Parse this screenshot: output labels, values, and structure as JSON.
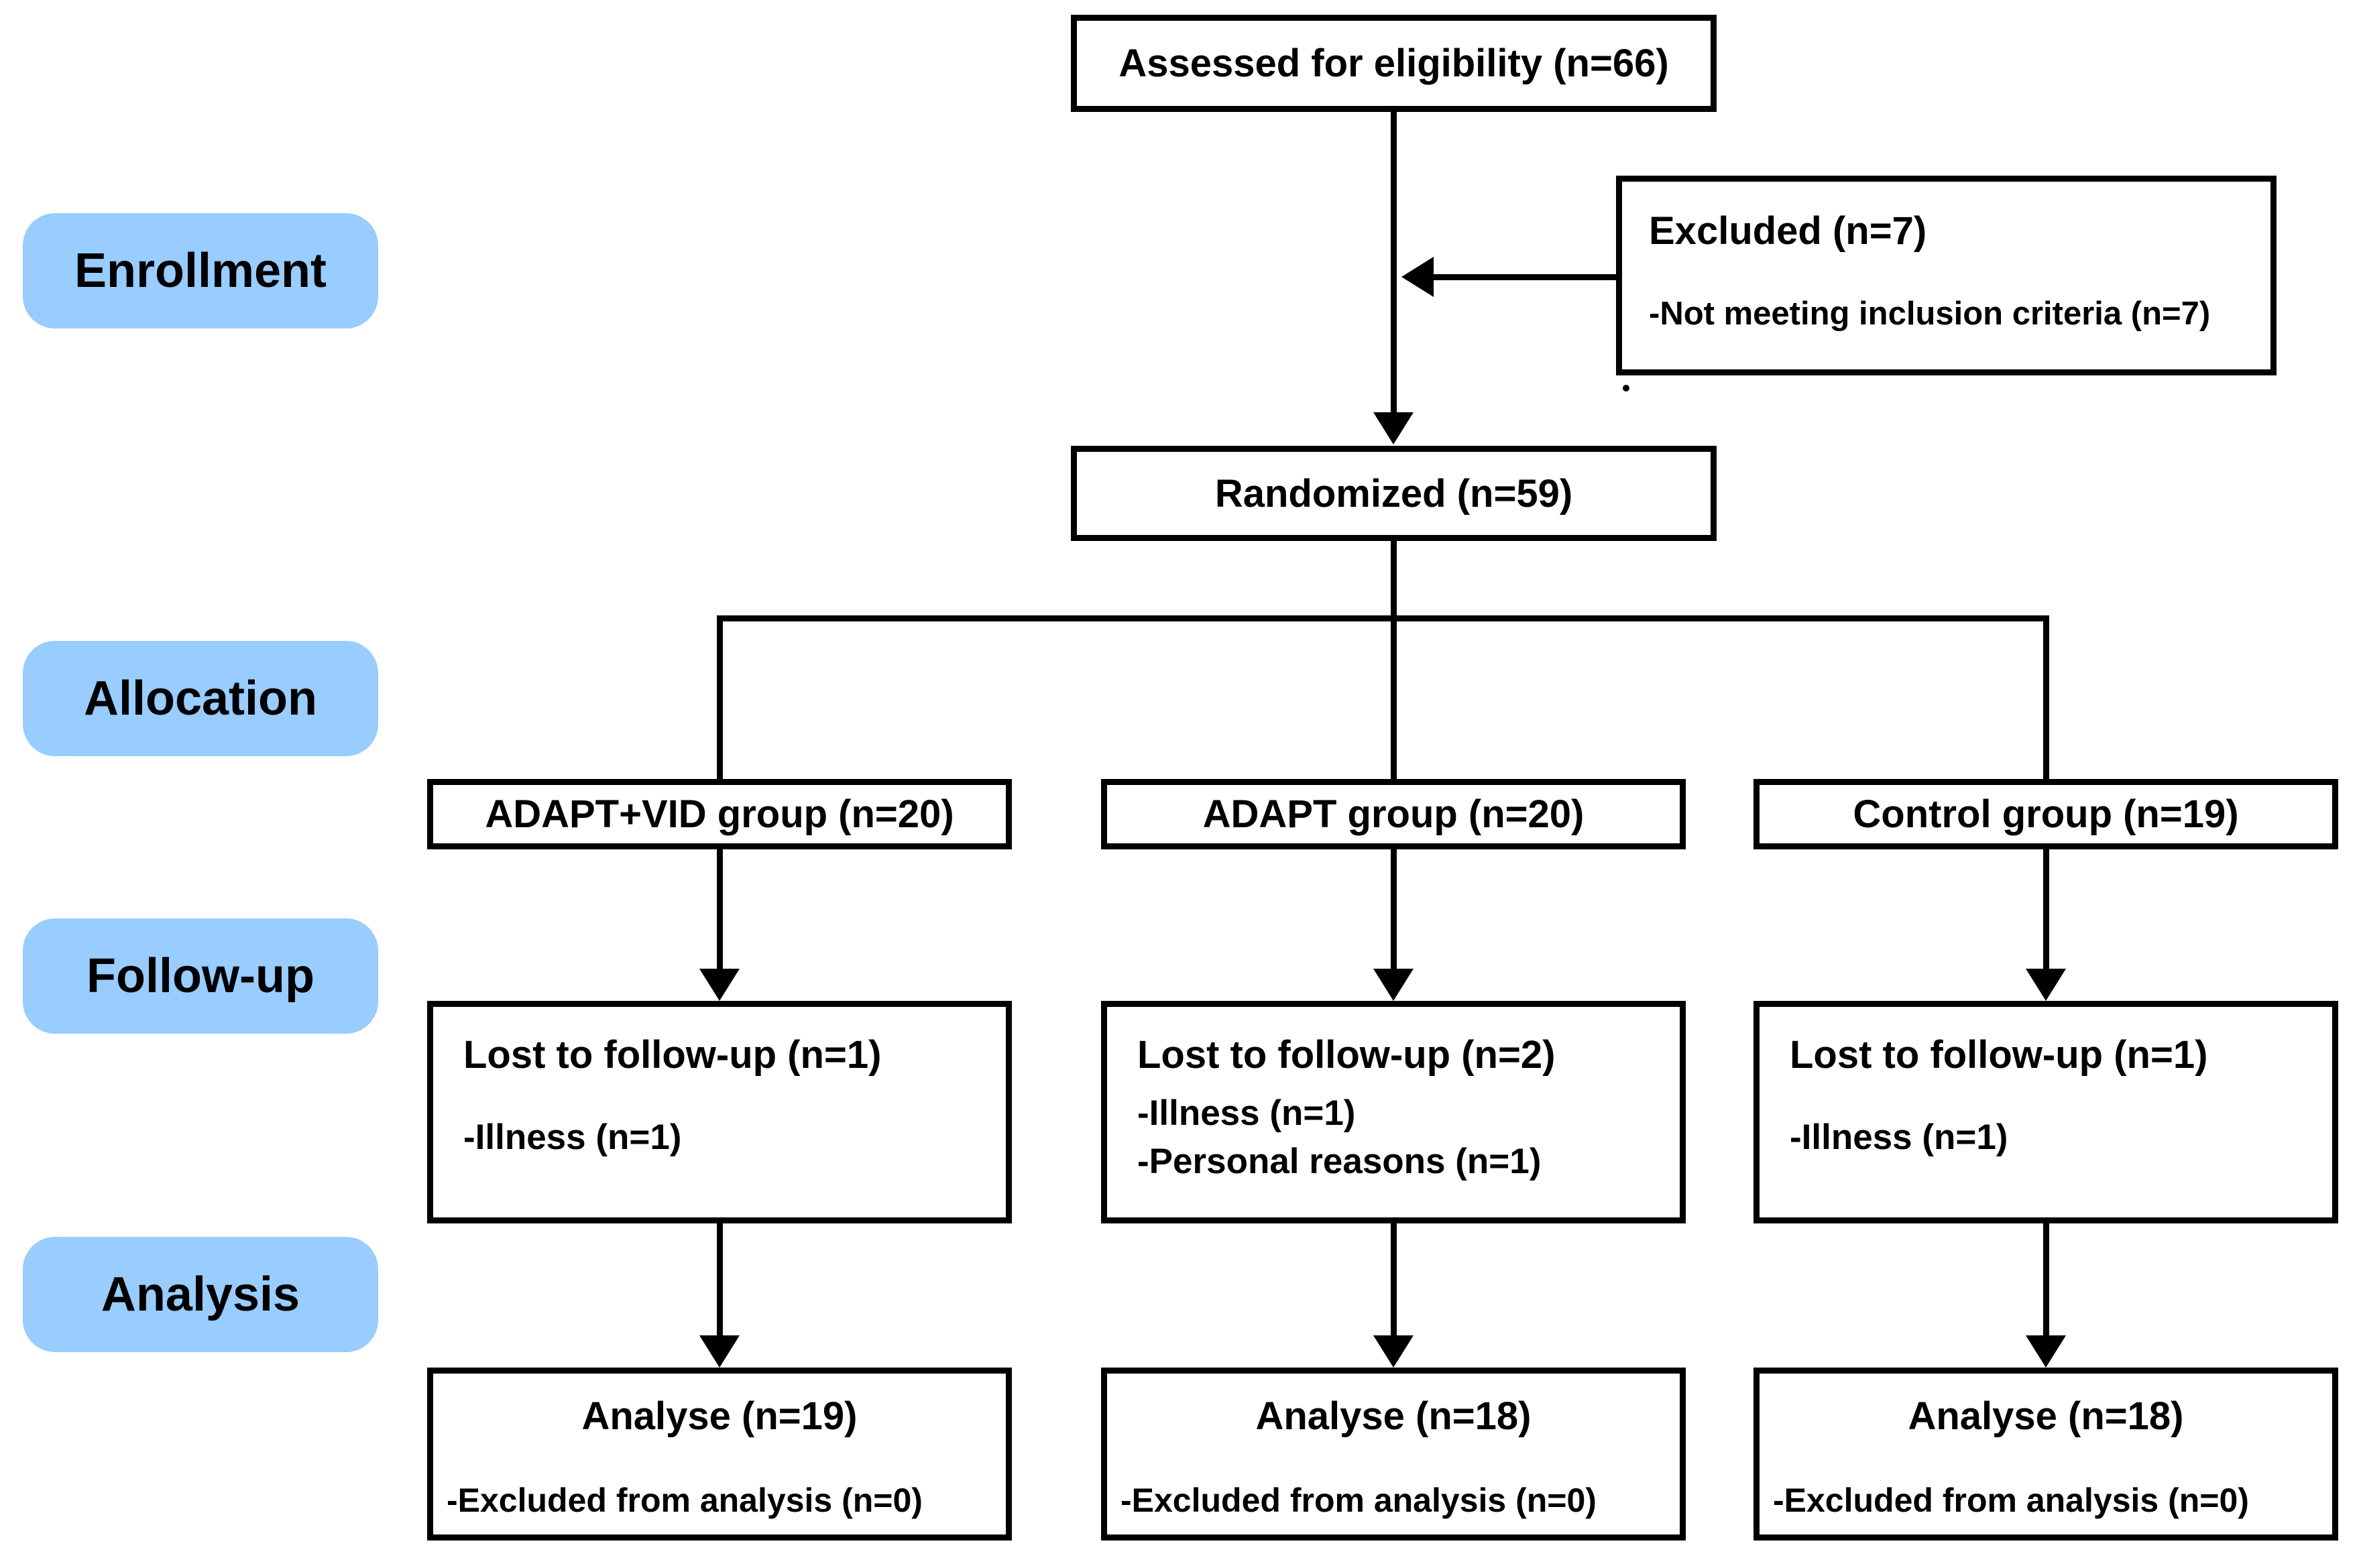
{
  "colors": {
    "stage_label_bg": "#99CCFF",
    "line": "#000000",
    "box_bg": "#FFFFFF",
    "text": "#000000"
  },
  "stages": [
    {
      "label": "Enrollment"
    },
    {
      "label": "Allocation"
    },
    {
      "label": "Follow-up"
    },
    {
      "label": "Analysis"
    }
  ],
  "enrollment": {
    "assessed": "Assessed for eligibility (n=66)",
    "excluded_title": "Excluded (n=7)",
    "excluded_reason": "-Not meeting inclusion criteria (n=7)",
    "randomized": "Randomized (n=59)"
  },
  "groups": [
    {
      "name": "ADAPT+VID group (n=20)",
      "lost_title": "Lost to follow-up (n=1)",
      "lost_reason_1": "-Illness (n=1)",
      "lost_reason_2": "",
      "analysis_title": "Analyse (n=19)",
      "analysis_note": "-Excluded from analysis (n=0)"
    },
    {
      "name": "ADAPT group (n=20)",
      "lost_title": "Lost to follow-up (n=2)",
      "lost_reason_1": "-Illness (n=1)",
      "lost_reason_2": "-Personal reasons (n=1)",
      "analysis_title": "Analyse (n=18)",
      "analysis_note": "-Excluded from analysis (n=0)"
    },
    {
      "name": "Control group (n=19)",
      "lost_title": "Lost to follow-up (n=1)",
      "lost_reason_1": "-Illness (n=1)",
      "lost_reason_2": "",
      "analysis_title": "Analyse (n=18)",
      "analysis_note": "-Excluded from analysis (n=0)"
    }
  ]
}
